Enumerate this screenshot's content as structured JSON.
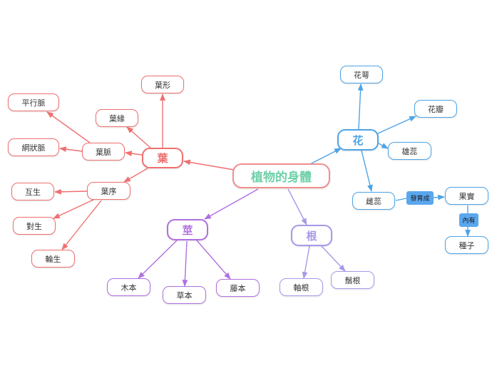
{
  "colors": {
    "leaf": "#f07070",
    "flower": "#4ea4e6",
    "stem": "#b070e0",
    "root": "#a898e8",
    "center_border": "#ef8f8f",
    "center_text": "#6fd0a8",
    "tag_fill": "#5aa7ee"
  },
  "center": {
    "label": "植物的身體"
  },
  "leaf": {
    "label": "葉",
    "shape": "葉形",
    "edge": "葉緣",
    "vein": {
      "label": "葉脈",
      "parallel": "平行脈",
      "net": "網狀脈"
    },
    "arrangement": {
      "label": "葉序",
      "alternate": "互生",
      "opposite": "對生",
      "whorled": "輪生"
    }
  },
  "flower": {
    "label": "花",
    "sepal": "花萼",
    "petal": "花瓣",
    "stamen": "雄蕊",
    "pistil": "雌蕊",
    "develops_into": "發育成",
    "fruit": "果實",
    "contains": "內有",
    "seed": "種子"
  },
  "stem": {
    "label": "莖",
    "woody": "木本",
    "herbaceous": "草本",
    "vine": "藤本"
  },
  "root": {
    "label": "根",
    "taproot": "軸根",
    "fibrous": "鬚根"
  }
}
